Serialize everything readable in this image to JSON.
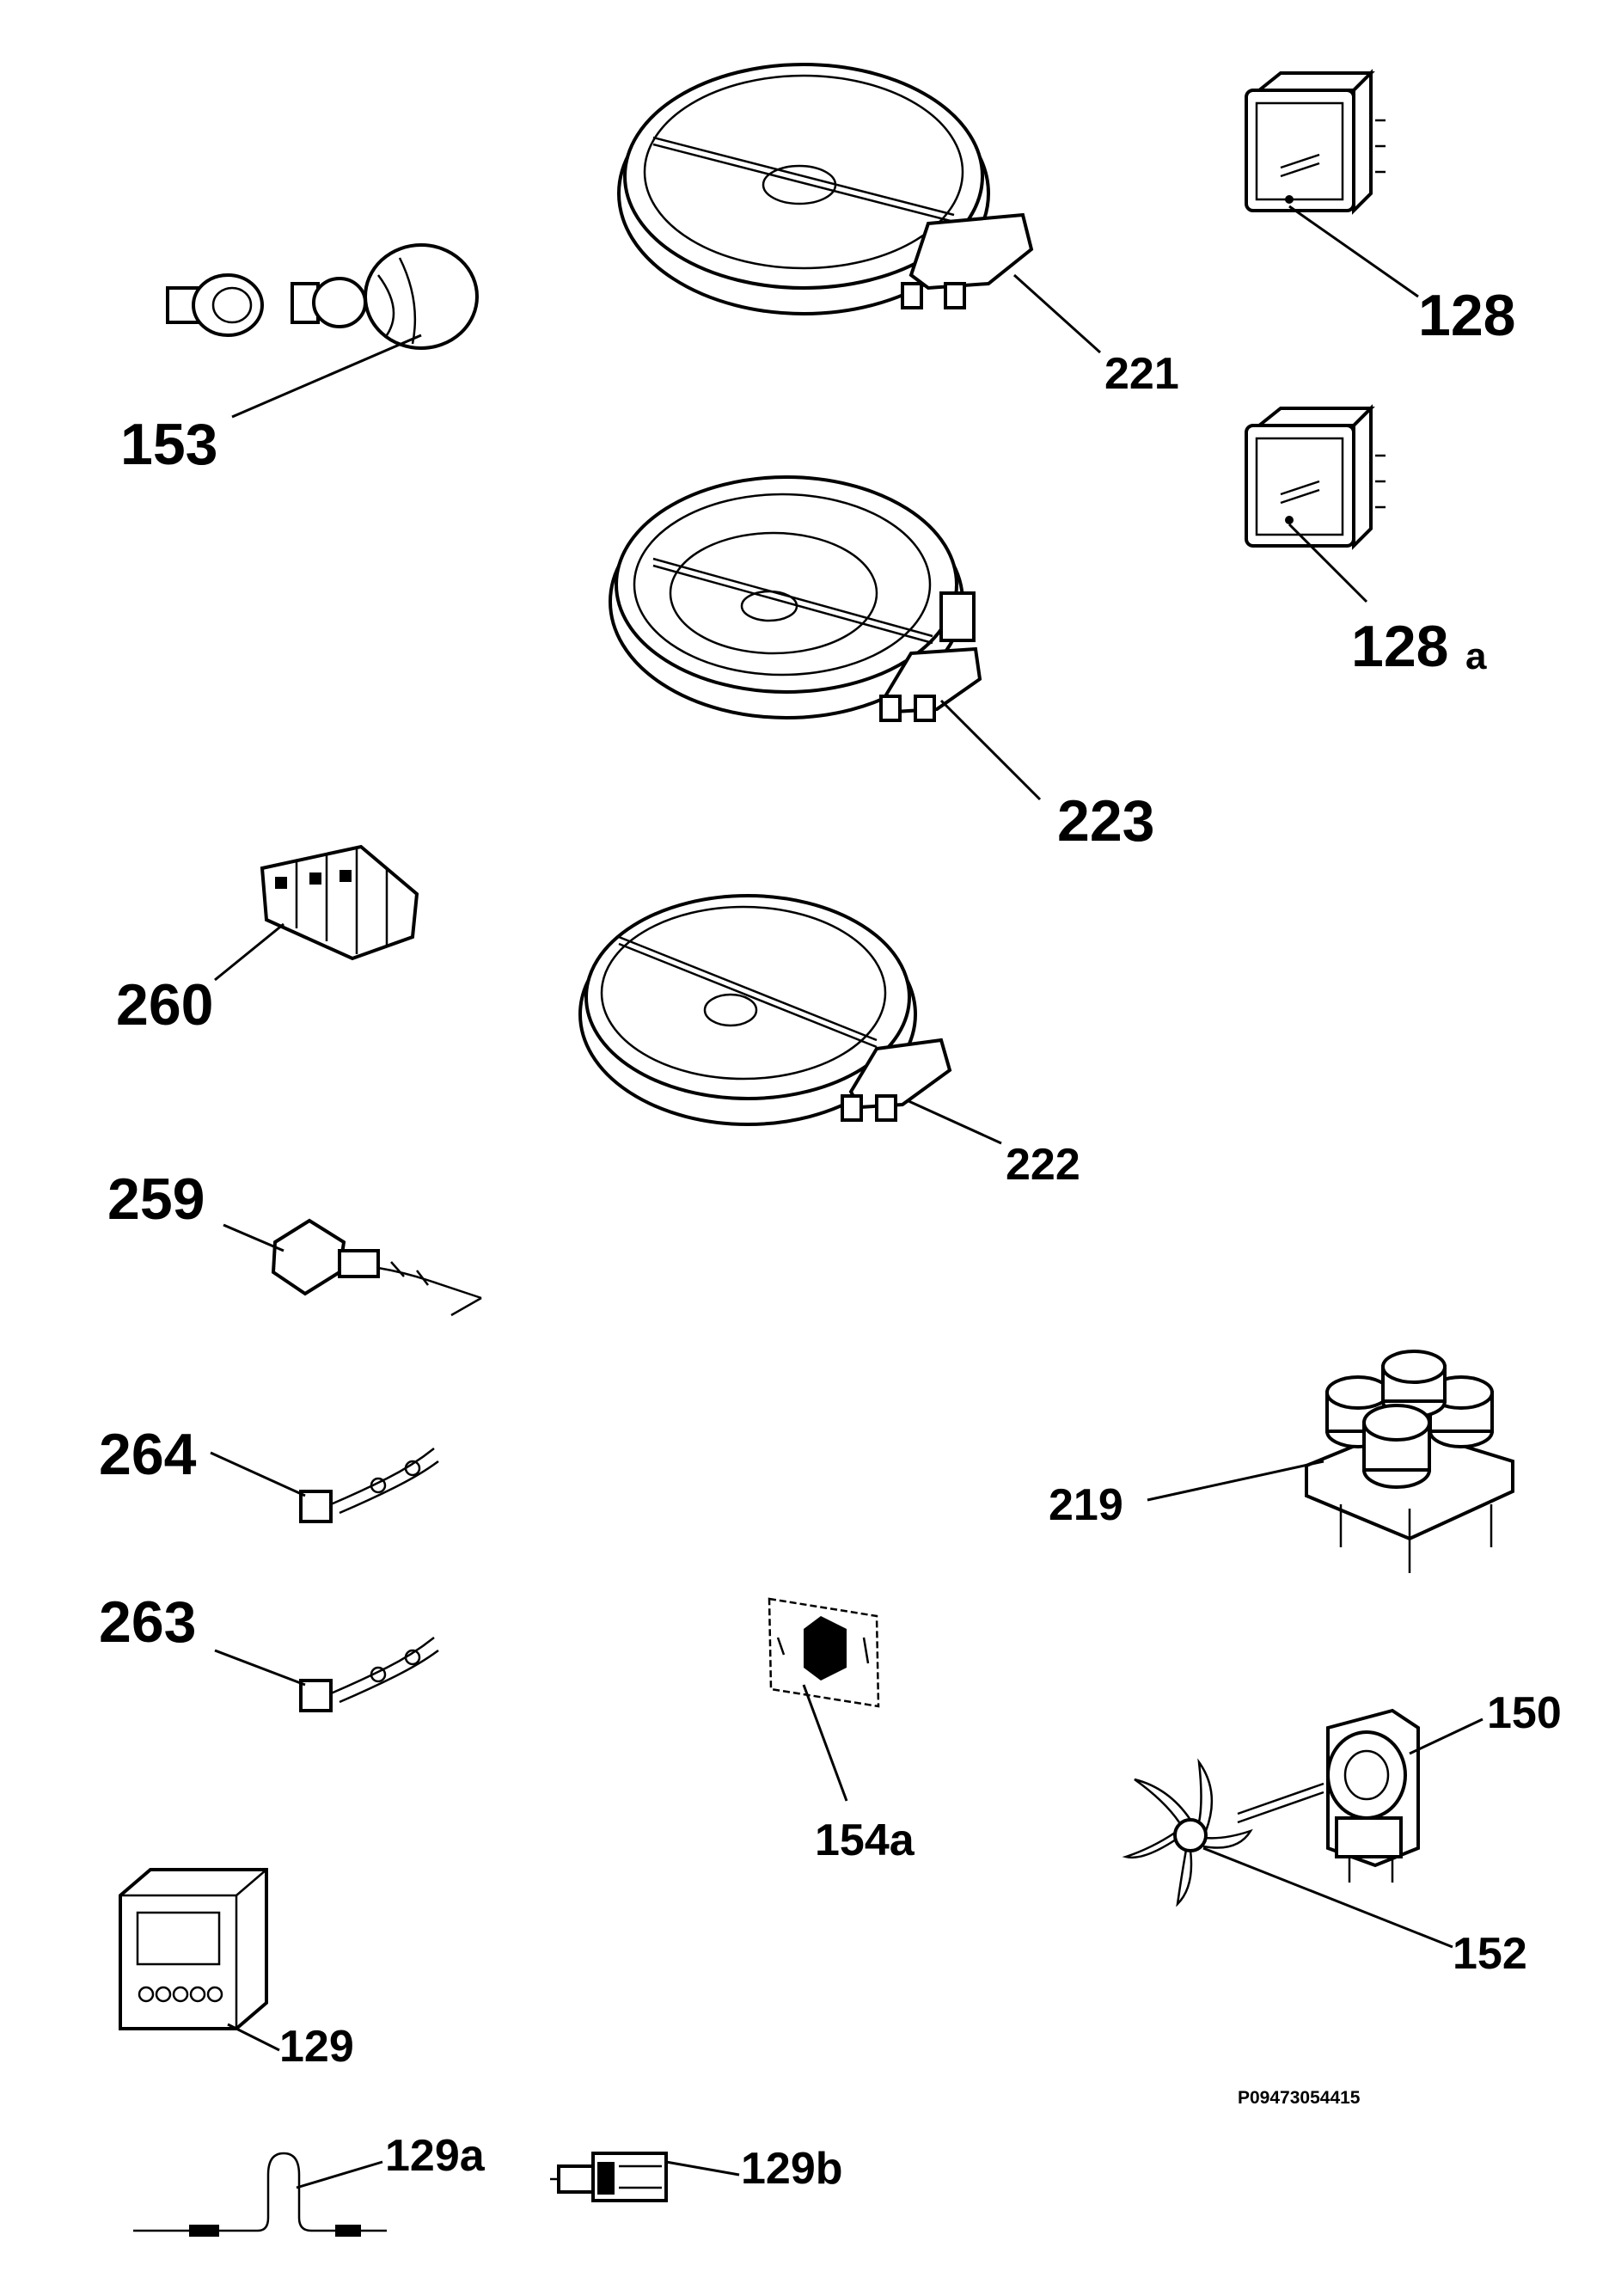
{
  "diagram": {
    "code": "P09473054415",
    "labels": {
      "p221": "221",
      "p223": "223",
      "p222": "222",
      "p128": "128",
      "p128a_num": "128",
      "p128a_suffix": "a",
      "p153": "153",
      "p260": "260",
      "p259": "259",
      "p264": "264",
      "p263": "263",
      "p219": "219",
      "p154a": "154a",
      "p150": "150",
      "p152": "152",
      "p129": "129",
      "p129a": "129a",
      "p129b": "129b"
    }
  }
}
